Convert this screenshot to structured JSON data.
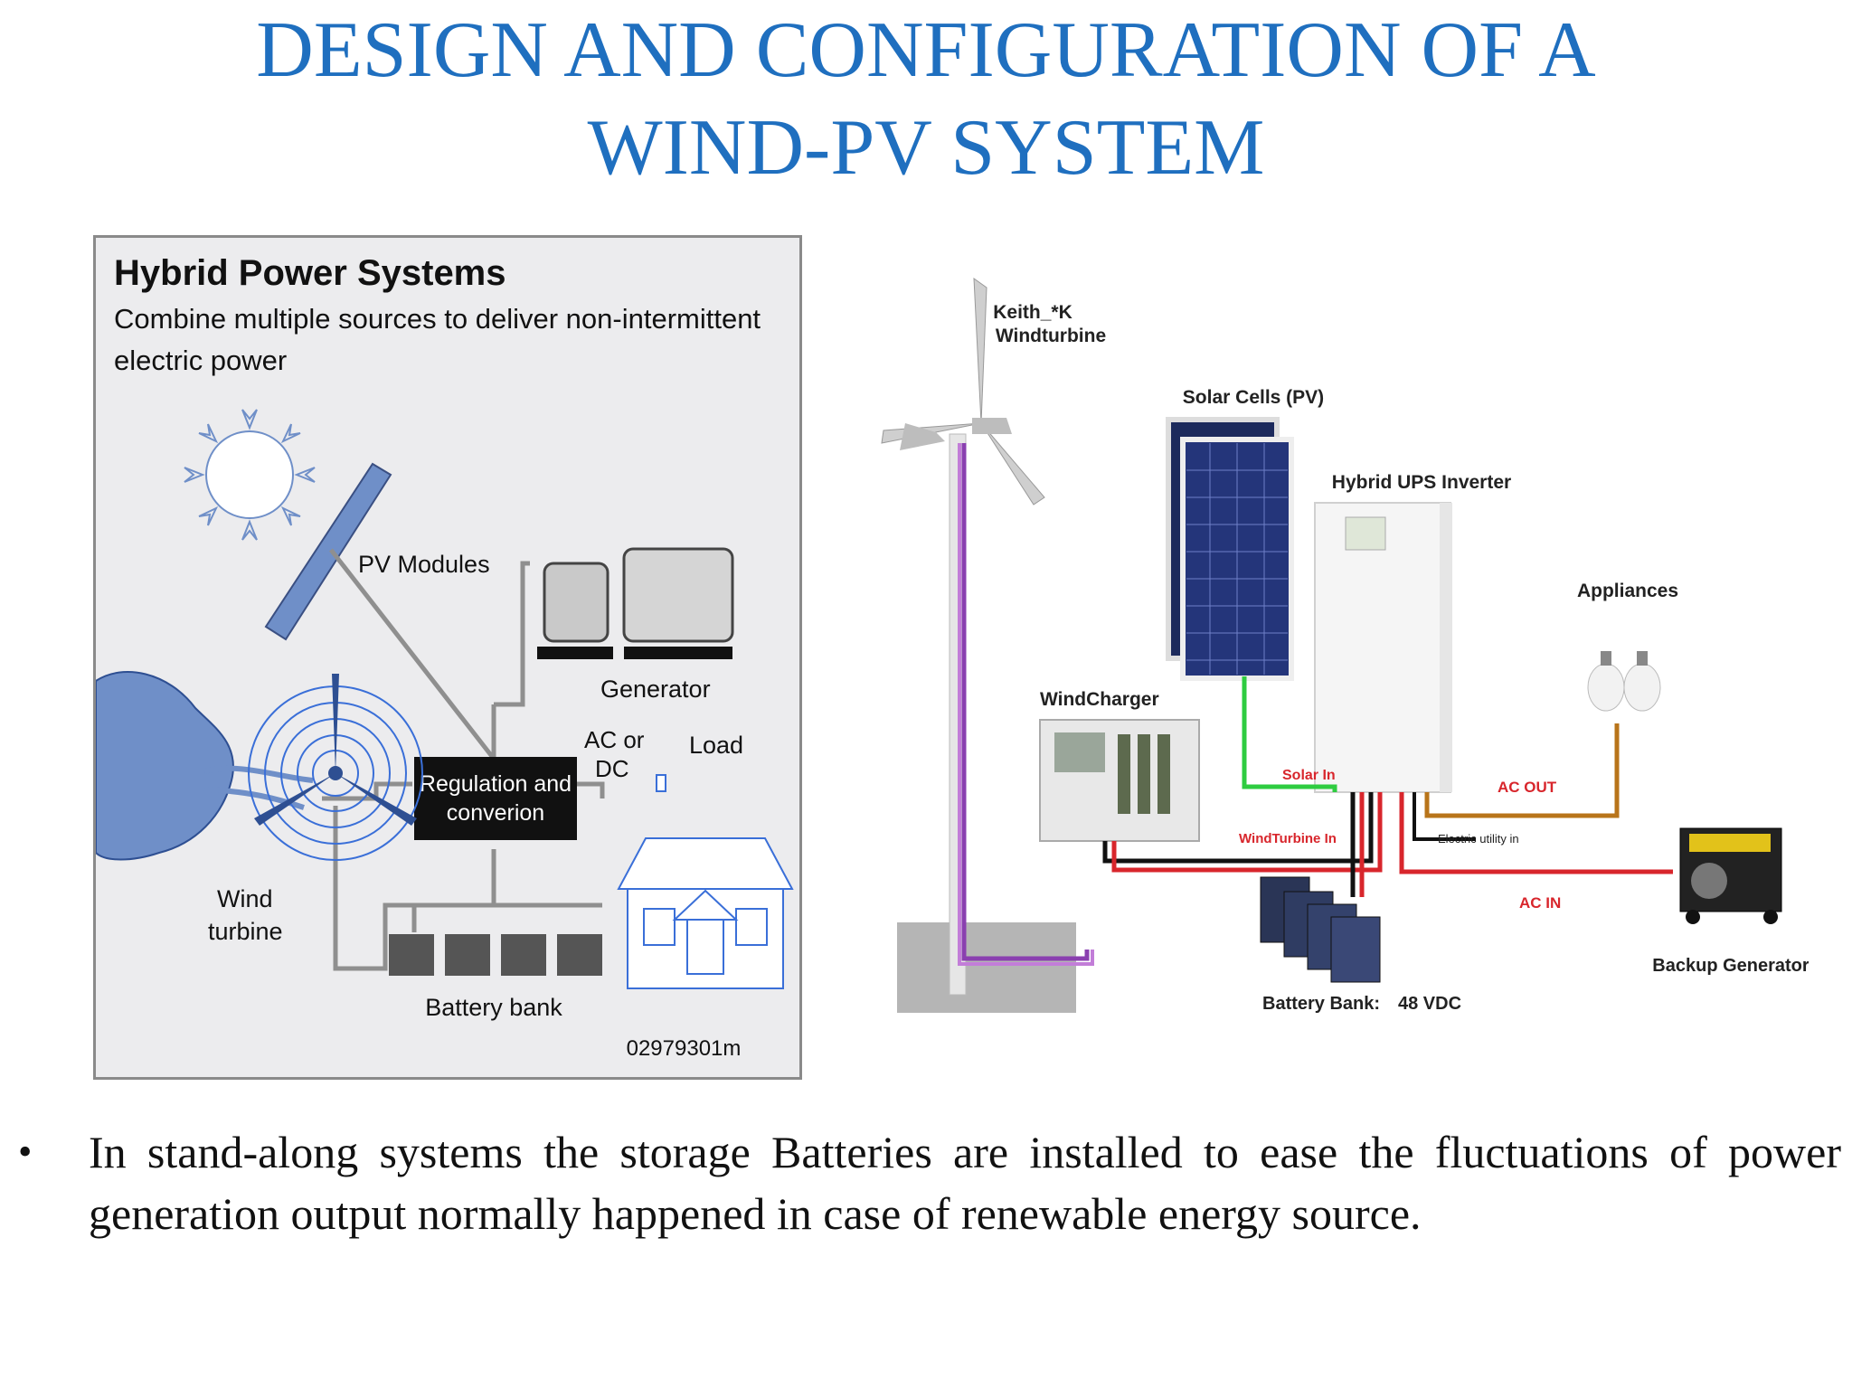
{
  "slide": {
    "title_line1": "DESIGN AND CONFIGURATION OF A",
    "title_line2": "WIND-PV SYSTEM",
    "bullet_text": "In stand-along systems the storage Batteries are installed to ease the fluctuations of power generation output normally happened in case of renewable energy source."
  },
  "left_diagram": {
    "heading": "Hybrid Power Systems",
    "subheading_line1": "Combine multiple sources to deliver non-intermittent",
    "subheading_line2": "electric power",
    "pv_label": "PV Modules",
    "generator_label": "Generator",
    "acdc_line1": "AC or",
    "acdc_line2": "DC",
    "load_label": "Load",
    "regulation_line1": "Regulation and",
    "regulation_line2": "converion",
    "wind_line1": "Wind",
    "wind_line2": "turbine",
    "battery_label": "Battery bank",
    "code": "02979301m"
  },
  "right_diagram": {
    "turbine_line1": "Keith_*K",
    "turbine_line2": "Windturbine",
    "solar_label": "Solar Cells (PV)",
    "inverter_label": "Hybrid UPS Inverter",
    "appliances_label": "Appliances",
    "windcharger_label": "WindCharger",
    "solar_in": "Solar In",
    "windturbine_in": "WindTurbine In",
    "ac_out": "AC OUT",
    "electric_utility": "Electric utility in",
    "ac_in": "AC IN",
    "battery_bank_label": "Battery Bank:",
    "battery_voltage": "48 VDC",
    "backup_generator": "Backup Generator"
  },
  "colors": {
    "title": "#1f6fbf",
    "red_wire": "#d8262c",
    "green_wire": "#2ecc40",
    "orange_wire": "#b8741a",
    "purple_wire": "#8a3fb0"
  }
}
